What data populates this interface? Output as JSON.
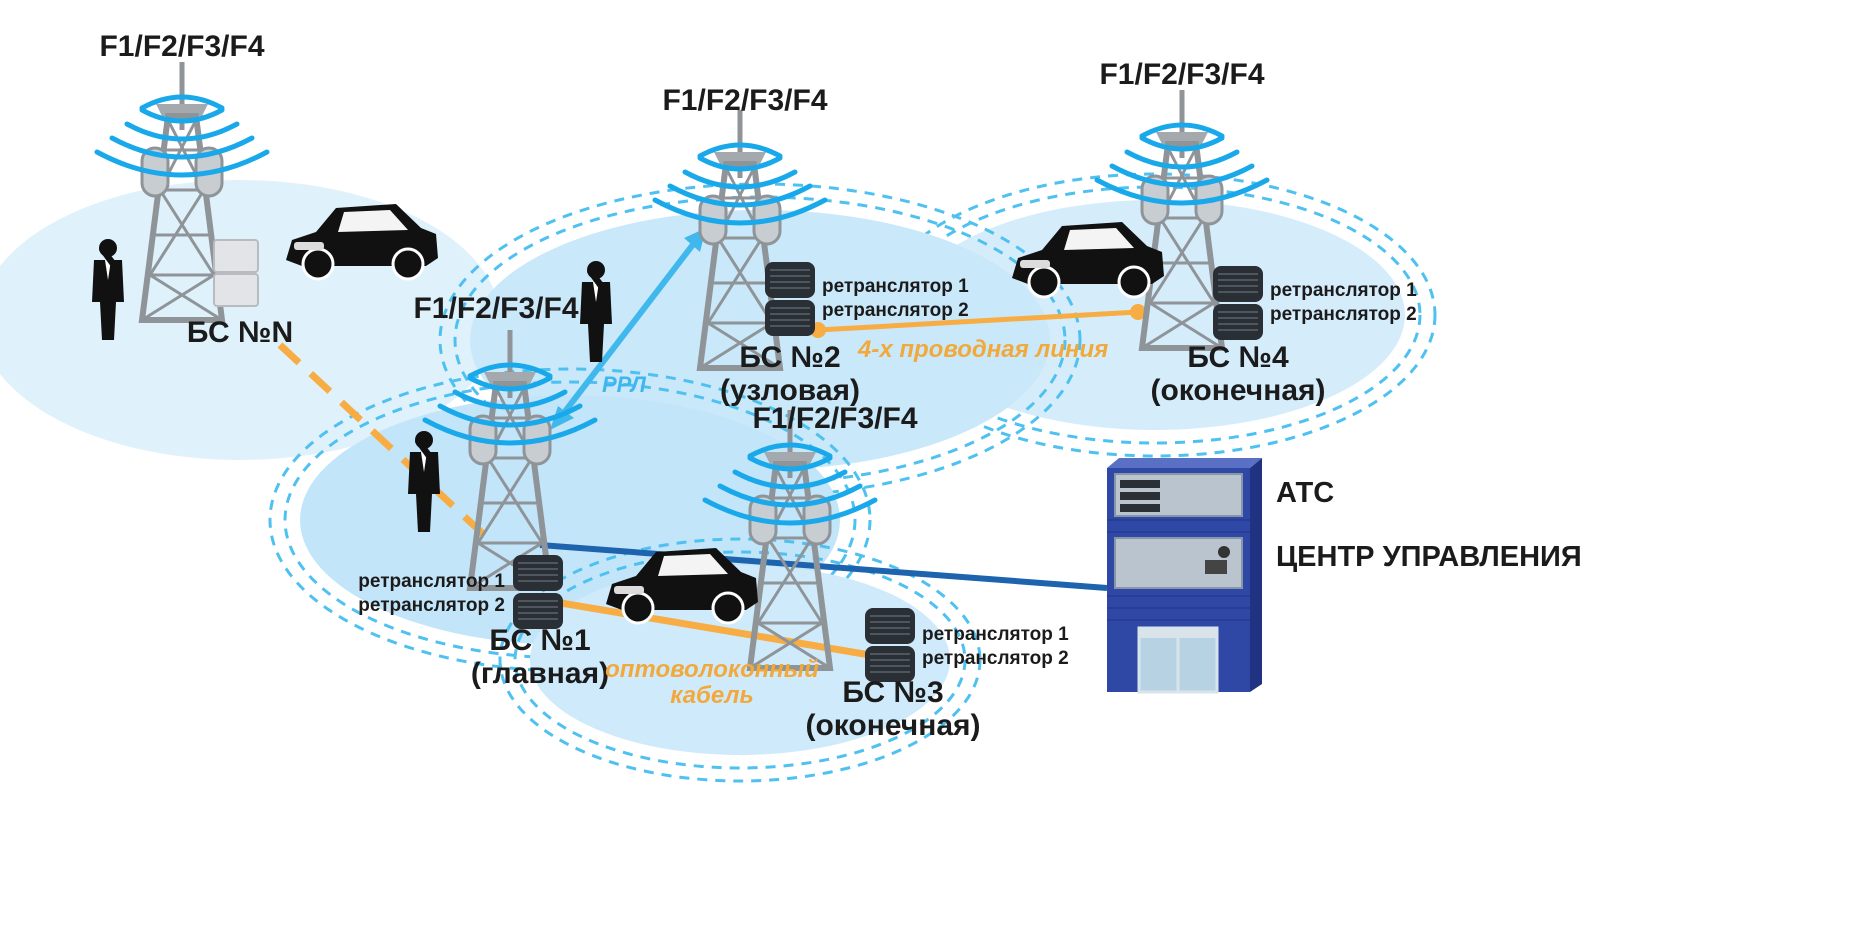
{
  "colors": {
    "coverage_fill": "#cfeafa",
    "coverage_ring": "#4fc1f0",
    "signal": "#19a9ea",
    "tower": "#8f9499",
    "fiber": "#f7ad43",
    "wire": "#f7ad43",
    "rrl": "#40b8ee",
    "control_line": "#1d63ad",
    "building": "#2f48a6",
    "text": "#1b1b1b",
    "italic_link": "#f2a93b",
    "italic_rrl": "#3fb6ee"
  },
  "stations": {
    "bsn": {
      "freq": "F1/F2/F3/F4",
      "name": "БС №N"
    },
    "bs1": {
      "freq": "F1/F2/F3/F4",
      "name": "БС №1",
      "role": "(главная)",
      "rep1": "ретранслятор 1",
      "rep2": "ретранслятор 2"
    },
    "bs2": {
      "freq": "F1/F2/F3/F4",
      "name": "БС №2",
      "role": "(узловая)",
      "rep1": "ретранслятор 1",
      "rep2": "ретранслятор 2"
    },
    "bs3": {
      "freq": "F1/F2/F3/F4",
      "name": "БС №3",
      "role": "(оконечная)",
      "rep1": "ретранслятор 1",
      "rep2": "ретранслятор 2"
    },
    "bs4": {
      "freq": "F1/F2/F3/F4",
      "name": "БС №4",
      "role": "(оконечная)",
      "rep1": "ретранслятор 1",
      "rep2": "ретранслятор 2"
    }
  },
  "links": {
    "rrl": "РРЛ",
    "wire": "4-х проводная линия",
    "fiber_line1": "оптоволоконный",
    "fiber_line2": "кабель"
  },
  "building": {
    "label_ats": "АТС",
    "label_control": "ЦЕНТР УПРАВЛЕНИЯ"
  }
}
